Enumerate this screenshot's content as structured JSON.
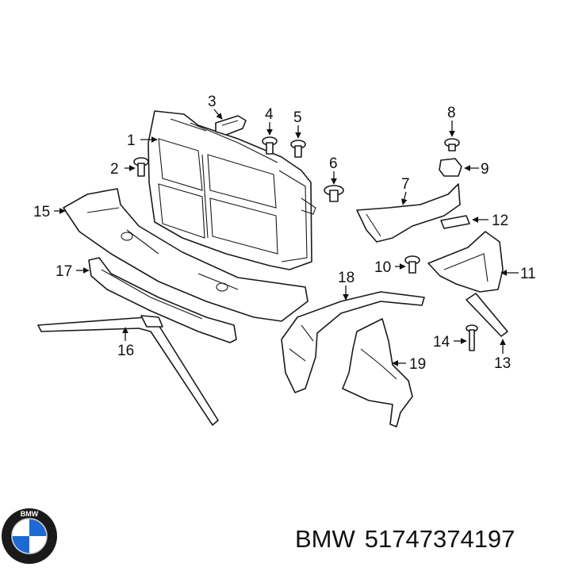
{
  "callouts": {
    "c1": "1",
    "c2": "2",
    "c3": "3",
    "c4": "4",
    "c5": "5",
    "c6": "6",
    "c7": "7",
    "c8": "8",
    "c9": "9",
    "c10": "10",
    "c11": "11",
    "c12": "12",
    "c13": "13",
    "c14": "14",
    "c15": "15",
    "c16": "16",
    "c17": "17",
    "c18": "18",
    "c19": "19"
  },
  "footer": {
    "brand": "BMW",
    "part_number": "51747374197"
  },
  "logo": {
    "text": "BMW",
    "colors": {
      "blue": "#1c69d4",
      "ring": "#1a1a1a",
      "white": "#ffffff"
    }
  }
}
